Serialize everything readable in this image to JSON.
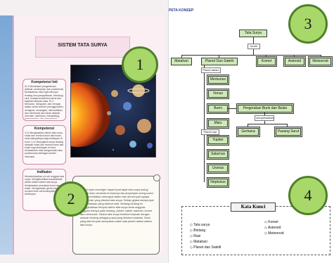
{
  "left": {
    "title": "SISTEM TATA SURYA",
    "box1_title": "Kompetensi Inti",
    "box1_text": "KI-3 Memahami pengetahuan (faktual, konseptual, dan prosedural) berdasarkan rasa ingin tahunya tentang ilmu pengetahuan, teknologi, seni, budaya terkait fenomena dan kejadian tampak mata. KI-4 Mencoba, mengolah, dan menyaji dalam ranah konkret (menggunakan, mengurai, merangkai, memodifikasi, dan membuat) dan ranah abstrak (menulis, membaca, menghitung, menggambar, dan mengarang) sesuai dengan yang dipelajari di sekolah dan sumber lain yang sama dalam sudut pandang/teori.",
    "box2_title": "Kompetensi",
    "box2_text": "3.11 Menganalisis sistem tata surya, rotasi dan revolusi bumi dan bulan, serta dampaknya bagi kehidupan di bumi. 4.11 Menyajikan karya tentang dampak rotasi dan revolusi bumi dan bulan bagi kehidupan di bumi, berdasarkan hasil pengamatan atau penelusuran berbagai sumber informasi.",
    "box3_title": "Indikator",
    "box3_text": "Mendeskripsikan ciri-ciri anggota tata surya. Mengidentifikasi karakteristik planet dalam sistem tata surya. Menjelaskan peredaran bumi dan bulan. Menganalisis gerak rotasi dan revolusi bumi serta dampaknya bagi kehidupan.",
    "scroll_text": "Planet tujuh meneliger dapat tepat tapat tata surya sering disebut alam semesta ini tuannya dia penyimpan orang sumur planet pendidikan mencapai dalam dan dia tempat supaya bintang lain yang disebut tata surya. Setiap gejala mempunyai jalaan lintasan yang disebut orbit. Bintang-bintang ini menggerakkan tempat sistem tata surya serta anggota-anggota lainnya yaitu bintang, planet, satelit, asteroid, komet dan meteoroid. Sistem tata surya tersebut terpisah dengan sebuah bintang sebagai pusat yang disebut matahari. Bumi yang kita tempati merupakan salah satu planet dalam sistem tata surya.",
    "label1": "1",
    "label2": "2"
  },
  "right": {
    "header": "PETA KONSEP",
    "root": "Tata Surya",
    "rel_root": "terdiri",
    "branches": [
      "Matahari",
      "Planet Dan Satelit",
      "Komet",
      "Asteroid",
      "Meteoroid"
    ],
    "rel_planet": "Planet dalam",
    "inner_planets": [
      "Merkurius",
      "Venus",
      "Bumi",
      "Mars"
    ],
    "rel_outer": "Planet luar",
    "outer_planets": [
      "Yupiter",
      "Saturnus",
      "Uranus",
      "Neptunus"
    ],
    "motion": "Pergerakan Bumi dan Bulan",
    "rel_motion": "menyebabkan",
    "effects": [
      "Gerhana",
      "Pasang Surut"
    ],
    "key_title": "Kata Kunci",
    "keywords_left": [
      "Tata surya",
      "Bintang",
      "Rasi",
      "Matahari",
      "Planet dan Satelit"
    ],
    "keywords_right": [
      "Komet",
      "Asteroid",
      "Meteoroid"
    ],
    "label3": "3",
    "label4": "4"
  }
}
